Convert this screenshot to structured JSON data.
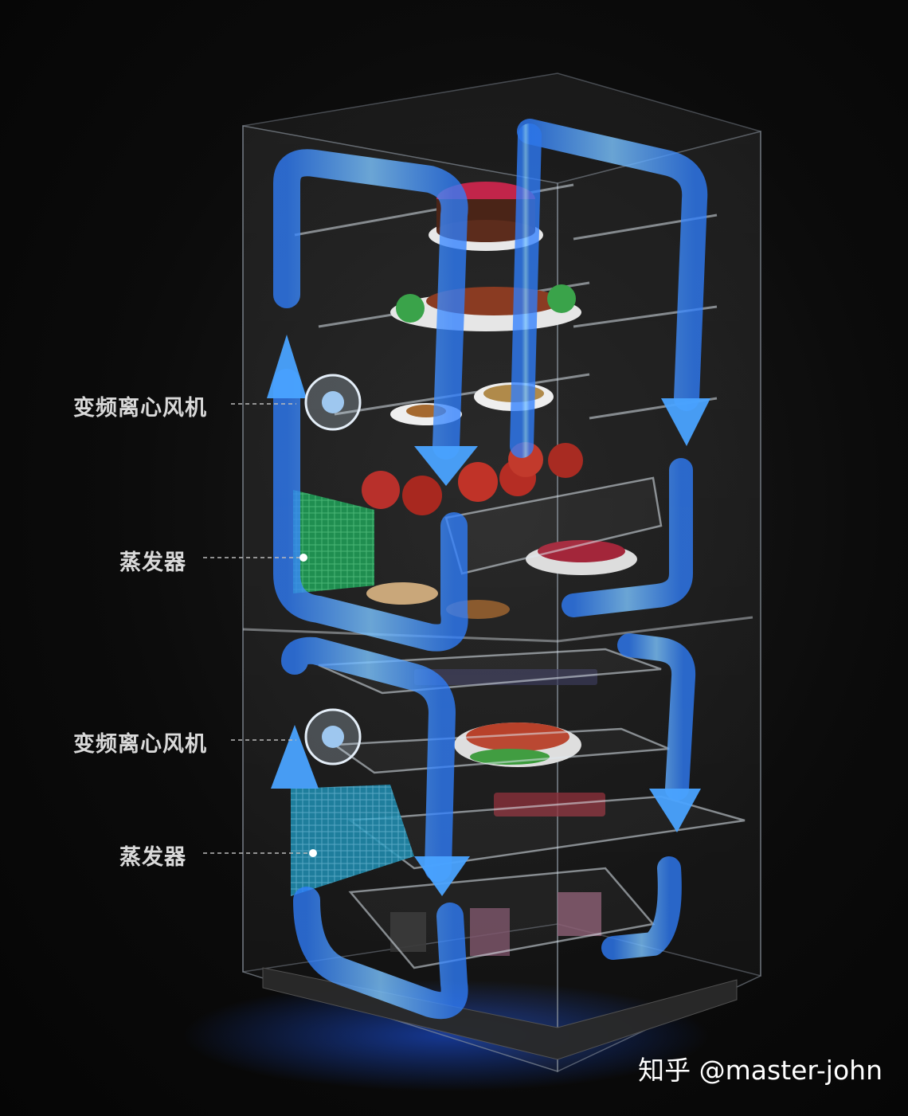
{
  "labels": {
    "fan_upper": "变频离心风机",
    "evaporator_upper": "蒸发器",
    "fan_lower": "变频离心风机",
    "evaporator_lower": "蒸发器"
  },
  "watermark": "知乎 @master-john",
  "colors": {
    "background": "#0b0b0b",
    "airflow": "#4aa3ff",
    "evaporator": "#2fbf6a",
    "evaporator_lower": "#2aa6c9",
    "label_text": "#d9d9d9"
  },
  "icons": [
    "fan-icon",
    "evaporator-icon",
    "airflow-arrow-icon"
  ]
}
